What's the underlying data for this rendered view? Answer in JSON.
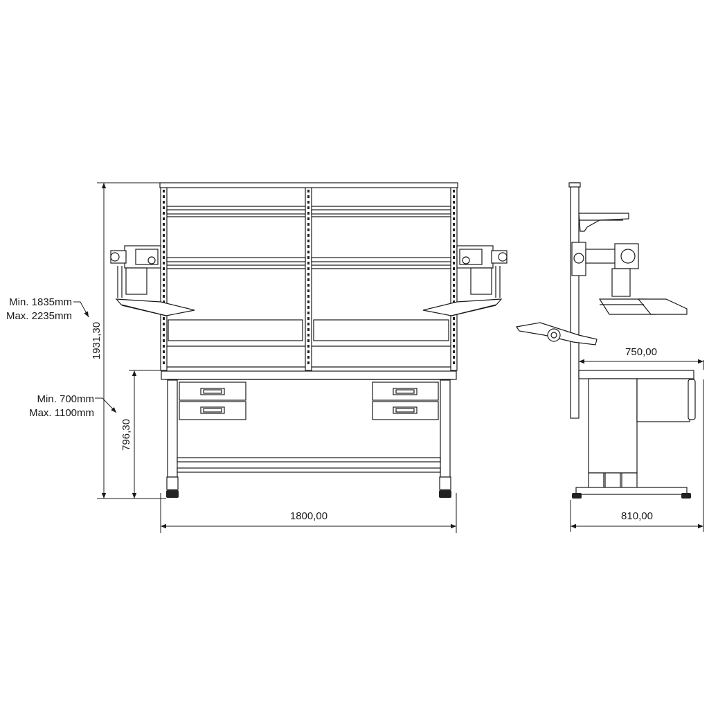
{
  "front_view": {
    "width_dimension": "1800,00",
    "total_height_dimension": "1931,30",
    "table_height_dimension": "796,30",
    "total_height_range": {
      "min": "Min. 1835mm",
      "max": "Max. 2235mm"
    },
    "table_height_range": {
      "min": "Min. 700mm",
      "max": "Max. 1100mm"
    }
  },
  "side_view": {
    "top_depth_dimension": "750,00",
    "base_depth_dimension": "810,00"
  }
}
